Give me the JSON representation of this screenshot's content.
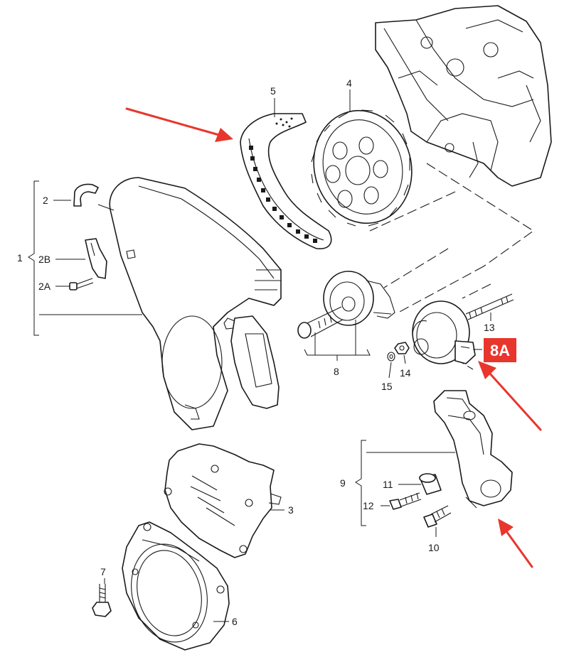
{
  "callouts": {
    "c1": "1",
    "c2": "2",
    "c2a": "2A",
    "c2b": "2B",
    "c3": "3",
    "c4": "4",
    "c5": "5",
    "c6": "6",
    "c7": "7",
    "c8": "8",
    "c9": "9",
    "c10": "10",
    "c11": "11",
    "c12": "12",
    "c13": "13",
    "c14": "14",
    "c15": "15"
  },
  "badge": {
    "label": "8A",
    "color": "#e8362d"
  },
  "colors": {
    "line": "#1a1a1a",
    "arrow": "#e8362d",
    "background": "#ffffff"
  }
}
